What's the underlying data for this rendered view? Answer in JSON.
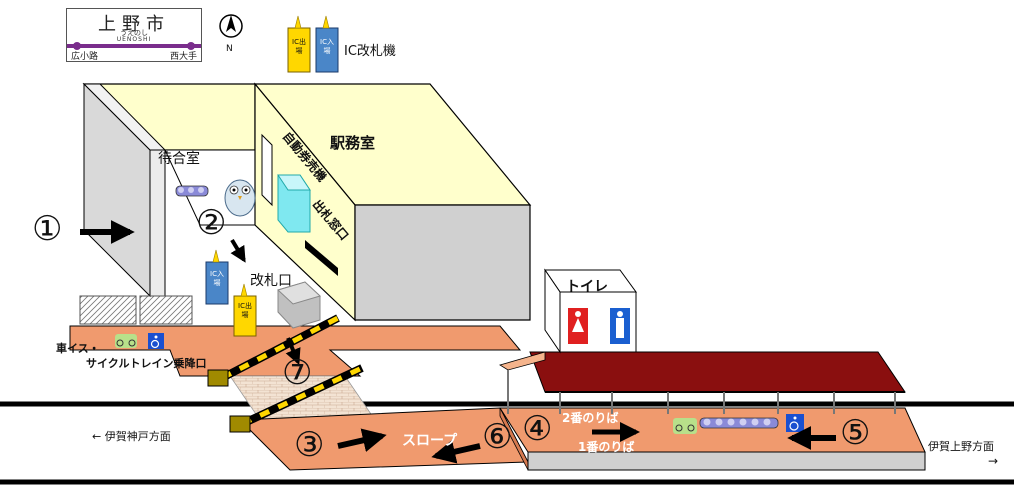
{
  "station_sign": {
    "name": "上野市",
    "kana": "うえのし",
    "romaji": "UENOSHI",
    "prev": "広小路",
    "next": "西大手"
  },
  "compass": {
    "label": "N"
  },
  "legend": {
    "gate_label": "IC改札機",
    "exit_tag": "IC出場",
    "entry_tag": "IC入場"
  },
  "rooms": {
    "waiting_room": "待合室",
    "station_office": "駅務室",
    "ticket_machine": "自動券売機",
    "fare_adjust": "出札窓口",
    "ticket_gate": "改札口",
    "toilet": "トイレ"
  },
  "accessibility": {
    "entrance_line1": "車イス・",
    "entrance_line2": "サイクルトレイン乗降口"
  },
  "platform": {
    "slope": "スロープ",
    "track2": "2番のりば",
    "track1": "1番のりば"
  },
  "directions": {
    "left": "伊賀神戸方面",
    "right": "伊賀上野方面",
    "left_arrow": "←",
    "right_arrow": "→"
  },
  "steps": [
    "①",
    "②",
    "③",
    "④",
    "⑤",
    "⑥",
    "⑦"
  ],
  "colors": {
    "platform": "#f09a6e",
    "roof": "#8a0f0f",
    "wall_yellow": "#ffffcc",
    "gate_yellow": "#ffd700",
    "gate_blue": "#4a86c8",
    "line_purple": "#7a2d8c",
    "toilet_female": "#e02020",
    "toilet_male": "#1a5fd0",
    "accessible_blue": "#1a4fd0"
  }
}
